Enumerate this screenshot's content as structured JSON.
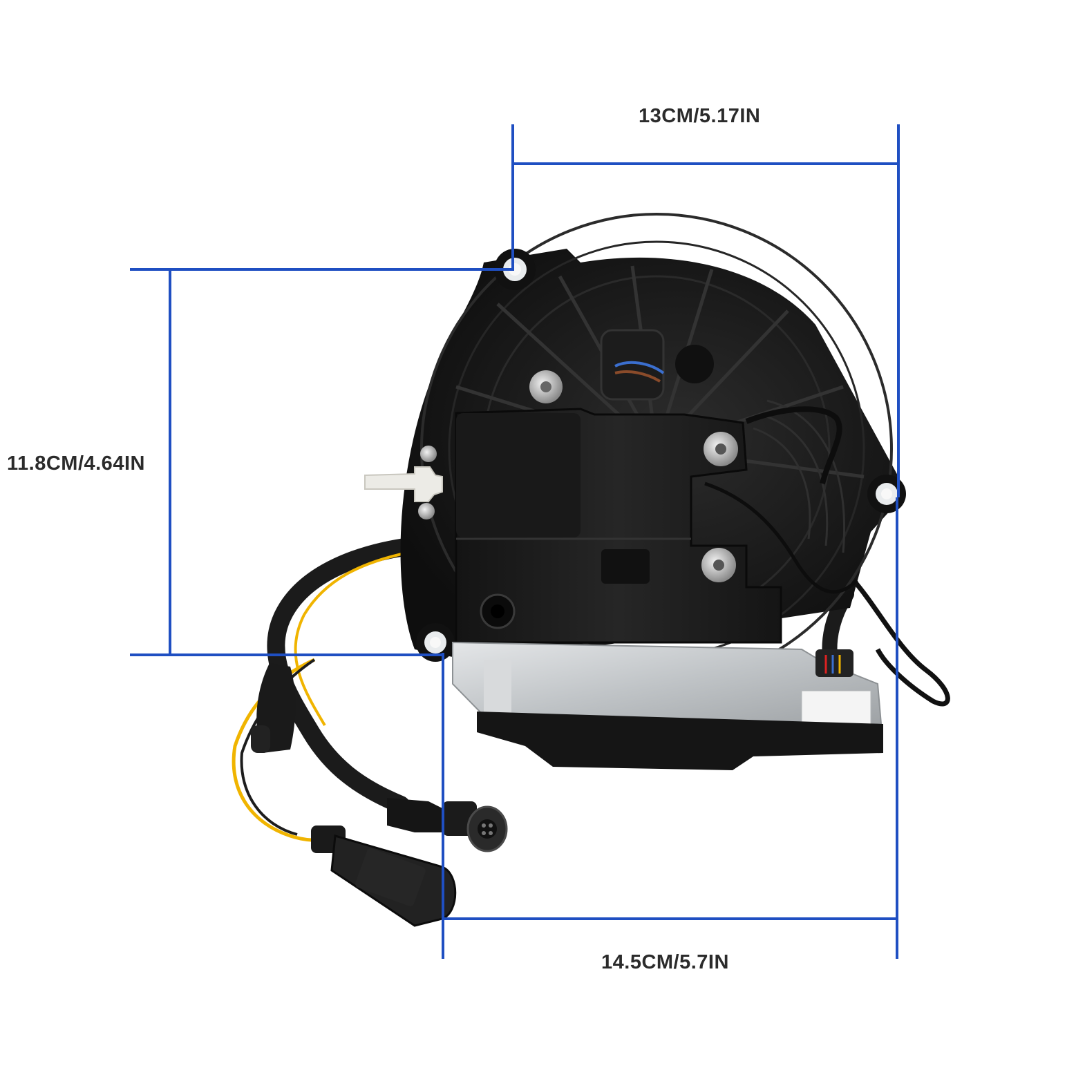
{
  "dimensions": {
    "top_width": "13CM/5.17IN",
    "left_height": "11.8CM/4.64IN",
    "bottom_width": "14.5CM/5.7IN"
  },
  "colors": {
    "dimension_line": "#1f4fc2",
    "housing": "#1a1a1a",
    "bracket": "#c9ccce",
    "wire_yellow": "#f0b400",
    "connector_tip": "#ecebe6"
  }
}
